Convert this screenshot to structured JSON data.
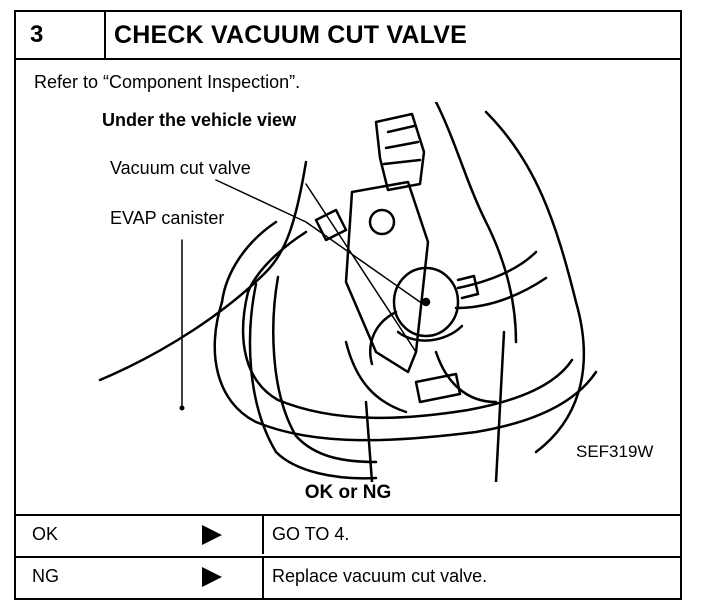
{
  "header": {
    "step_number": "3",
    "title": "CHECK VACUUM CUT VALVE"
  },
  "refer_text": "Refer to “Component Inspection”.",
  "illustration": {
    "view_label": "Under the vehicle view",
    "label_vacuum_cut_valve": "Vacuum cut valve",
    "label_evap_canister": "EVAP canister",
    "figure_code": "SEF319W"
  },
  "result_heading": "OK or NG",
  "results": [
    {
      "key": "OK",
      "action": "GO TO 4."
    },
    {
      "key": "NG",
      "action": "Replace vacuum cut valve."
    }
  ]
}
